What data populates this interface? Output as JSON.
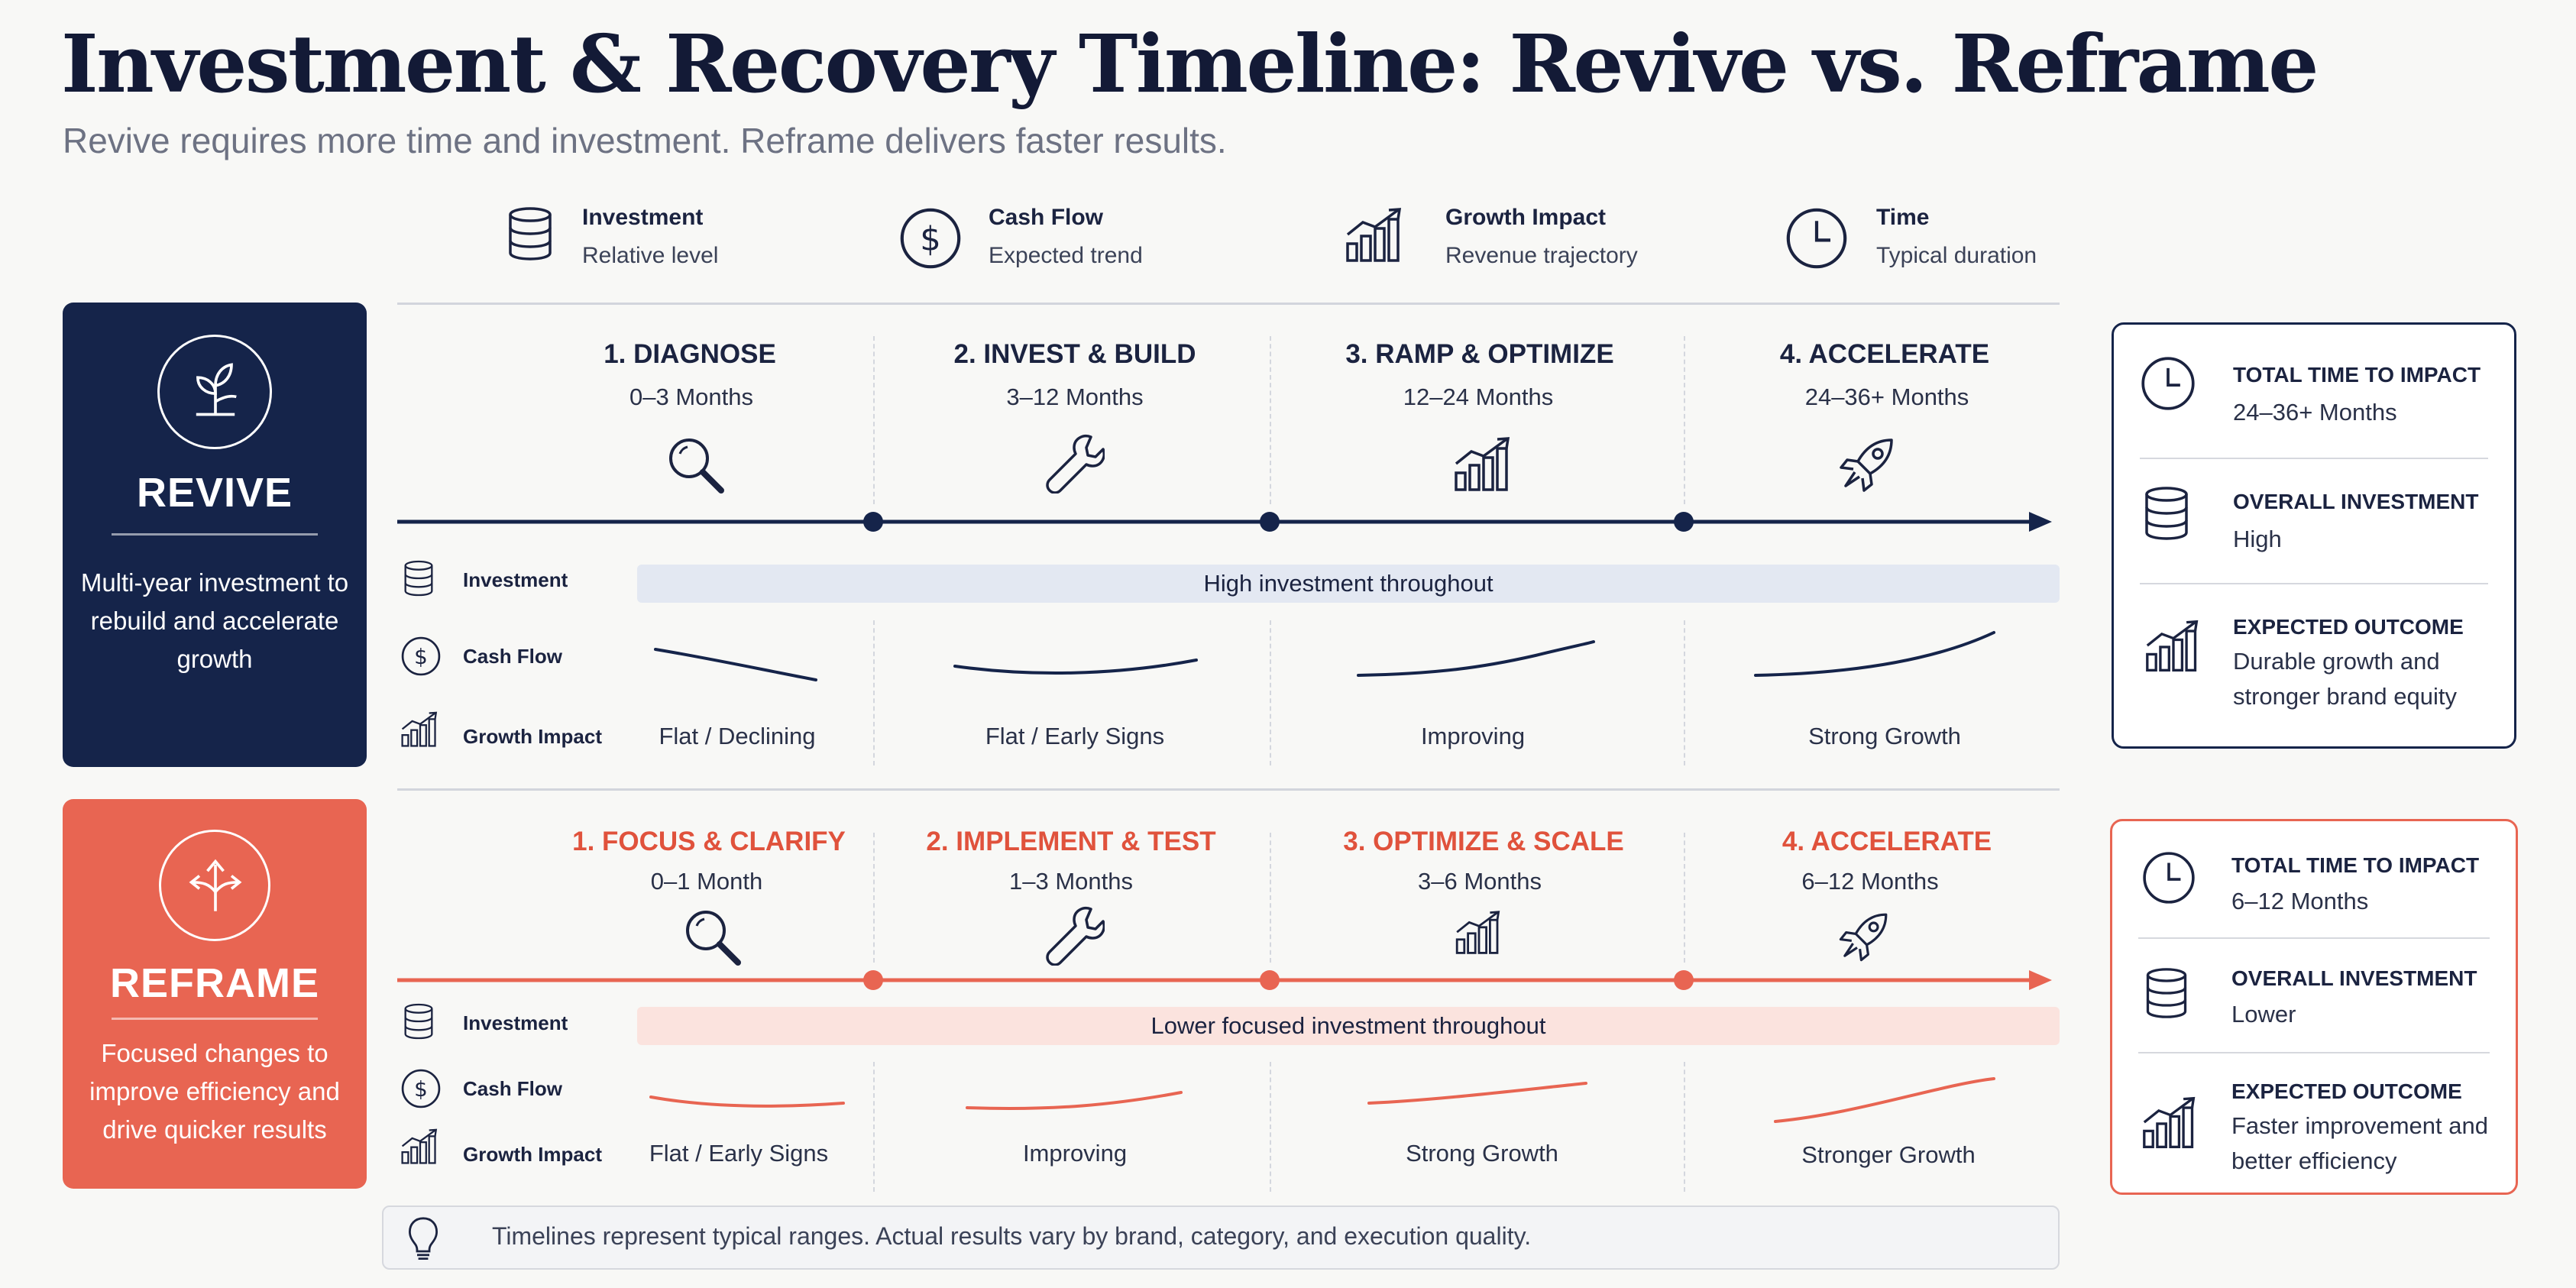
{
  "title": "Investment & Recovery Timeline: Revive vs. Reframe",
  "subtitle": "Revive requires more time and investment. Reframe delivers faster results.",
  "legend": [
    {
      "name": "Investment",
      "desc": "Relative level",
      "icon": "database-icon"
    },
    {
      "name": "Cash Flow",
      "desc": "Expected trend",
      "icon": "dollar-circle-icon"
    },
    {
      "name": "Growth Impact",
      "desc": "Revenue trajectory",
      "icon": "growth-chart-icon"
    },
    {
      "name": "Time",
      "desc": "Typical duration",
      "icon": "clock-icon"
    }
  ],
  "row_labels": {
    "investment": "Investment",
    "cash_flow": "Cash Flow",
    "growth": "Growth Impact"
  },
  "colors": {
    "navy": "#15244a",
    "coral": "#e86552",
    "light_blue_bar": "#e3e8f2",
    "light_coral_bar": "#fbe3de"
  },
  "revive": {
    "label": "REVIVE",
    "description": "Multi-year investment to rebuild and accelerate growth",
    "icon": "sprout-icon",
    "phases": [
      {
        "title": "1. DIAGNOSE",
        "duration": "0–3 Months",
        "icon": "magnifier-icon",
        "growth": "Flat / Declining"
      },
      {
        "title": "2. INVEST & BUILD",
        "duration": "3–12 Months",
        "icon": "wrench-icon",
        "growth": "Flat / Early Signs"
      },
      {
        "title": "3. RAMP & OPTIMIZE",
        "duration": "12–24 Months",
        "icon": "growth-chart-icon",
        "growth": "Improving"
      },
      {
        "title": "4. ACCELERATE",
        "duration": "24–36+ Months",
        "icon": "rocket-icon",
        "growth": "Strong Growth"
      }
    ],
    "investment_bar": "High investment throughout",
    "summary": {
      "time_label": "TOTAL TIME TO IMPACT",
      "time_value": "24–36+ Months",
      "investment_label": "OVERALL INVESTMENT",
      "investment_value": "High",
      "outcome_label": "EXPECTED OUTCOME",
      "outcome_value": "Durable growth and stronger brand equity"
    }
  },
  "reframe": {
    "label": "REFRAME",
    "description": "Focused changes to improve efficiency and drive quicker results",
    "icon": "diverging-arrows-icon",
    "phases": [
      {
        "title": "1. FOCUS & CLARIFY",
        "duration": "0–1 Month",
        "icon": "magnifier-icon",
        "growth": "Flat / Early Signs"
      },
      {
        "title": "2. IMPLEMENT & TEST",
        "duration": "1–3 Months",
        "icon": "wrench-icon",
        "growth": "Improving"
      },
      {
        "title": "3. OPTIMIZE & SCALE",
        "duration": "3–6 Months",
        "icon": "growth-chart-icon",
        "growth": "Strong Growth"
      },
      {
        "title": "4. ACCELERATE",
        "duration": "6–12 Months",
        "icon": "rocket-icon",
        "growth": "Stronger Growth"
      }
    ],
    "investment_bar": "Lower focused investment throughout",
    "summary": {
      "time_label": "TOTAL TIME TO IMPACT",
      "time_value": "6–12 Months",
      "investment_label": "OVERALL INVESTMENT",
      "investment_value": "Lower",
      "outcome_label": "EXPECTED OUTCOME",
      "outcome_value": "Faster improvement and better efficiency"
    }
  },
  "footnote": {
    "icon": "lightbulb-icon",
    "text": "Timelines represent typical ranges. Actual results vary by brand, category, and execution quality."
  }
}
